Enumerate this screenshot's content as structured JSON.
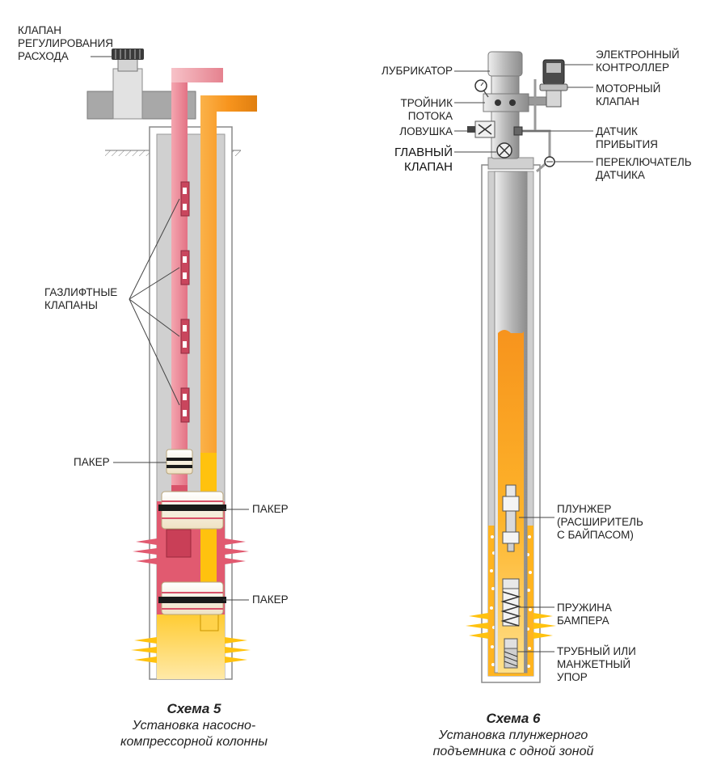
{
  "diagram5": {
    "labels": {
      "flow_valve": [
        "КЛАПАН",
        "РЕГУЛИРОВАНИЯ",
        "РАСХОДА"
      ],
      "gaslift_valves": [
        "ГАЗЛИФТНЫЕ",
        "КЛАПАНЫ"
      ],
      "packer_1": "ПАКЕР",
      "packer_2": "ПАКЕР",
      "packer_3": "ПАКЕР"
    },
    "caption": {
      "number": "Схема 5",
      "lines": [
        "Установка насосно-",
        "компрессорной колонны"
      ]
    }
  },
  "diagram6": {
    "labels": {
      "lubricator": "ЛУБРИКАТОР",
      "flow_tee": [
        "ТРОЙНИК",
        "ПОТОКА"
      ],
      "catcher": "ЛОВУШКА",
      "master_valve": [
        "ГЛАВНЫЙ",
        "КЛАПАН"
      ],
      "controller": [
        "ЭЛЕКТРОННЫЙ",
        "КОНТРОЛЛЕР"
      ],
      "motor_valve": [
        "МОТОРНЫЙ",
        "КЛАПАН"
      ],
      "arrival_sensor": [
        "ДАТЧИК",
        "ПРИБЫТИЯ"
      ],
      "sensor_switch": [
        "ПЕРЕКЛЮЧАТЕЛЬ",
        "ДАТЧИКА"
      ],
      "plunger": [
        "ПЛУНЖЕР",
        "(РАСШИРИТЕЛЬ",
        "С БАЙПАСОМ)"
      ],
      "bumper_spring": [
        "ПРУЖИНА",
        "БАМПЕРА"
      ],
      "tubing_stop": [
        "ТРУБНЫЙ ИЛИ",
        "МАНЖЕТНЫЙ",
        "УПОР"
      ]
    },
    "caption": {
      "number": "Схема 6",
      "lines": [
        "Установка плунжерного",
        "подъемника с одной зоной"
      ]
    }
  },
  "colors": {
    "casing_grey": "#c8c8c8",
    "casing_dark": "#8a8a8a",
    "tubing_red": "#d9536a",
    "annulus_orange": "#f7941d",
    "fluid_yellow": "#ffc20e",
    "packer_cream": "#f5ebd2",
    "packer_band": "#1a1a1a"
  }
}
